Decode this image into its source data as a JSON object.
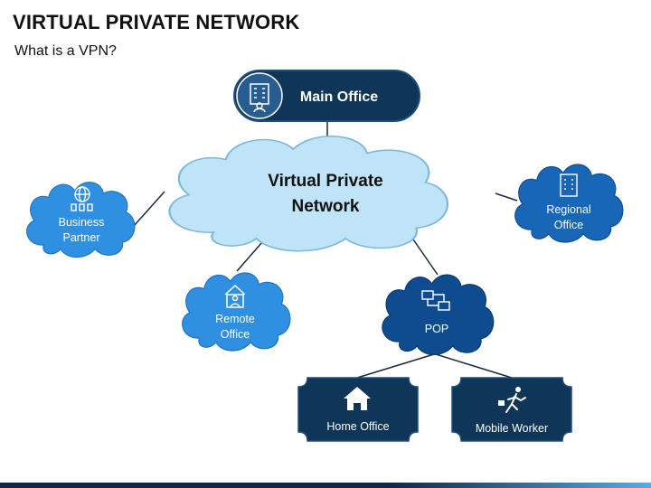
{
  "title": "VIRTUAL PRIVATE NETWORK",
  "subtitle": "What is a VPN?",
  "colors": {
    "navy": "#0f3558",
    "navy_stroke": "#1d4e7d",
    "cloud_light": "#bfe4f7",
    "cloud_light_stroke": "#7ab8dc",
    "cloud_sky": "#2f8fe0",
    "cloud_mid": "#1866b8",
    "cloud_dark": "#0f4c8f",
    "connector": "#1a2b3c"
  },
  "nodes": {
    "main_office": {
      "label": "Main Office",
      "icon": "building-icon"
    },
    "vpn": {
      "line1": "Virtual Private",
      "line2": "Network"
    },
    "business_partner": {
      "line1": "Business",
      "line2": "Partner",
      "icon": "globe-people-icon"
    },
    "regional_office": {
      "line1": "Regional",
      "line2": "Office",
      "icon": "office-tower-icon"
    },
    "remote_office": {
      "line1": "Remote",
      "line2": "Office",
      "icon": "remote-house-icon"
    },
    "pop": {
      "label": "POP",
      "icon": "network-computers-icon"
    },
    "home_office": {
      "label": "Home Office",
      "icon": "home-icon"
    },
    "mobile_worker": {
      "label": "Mobile Worker",
      "icon": "running-person-icon"
    }
  }
}
